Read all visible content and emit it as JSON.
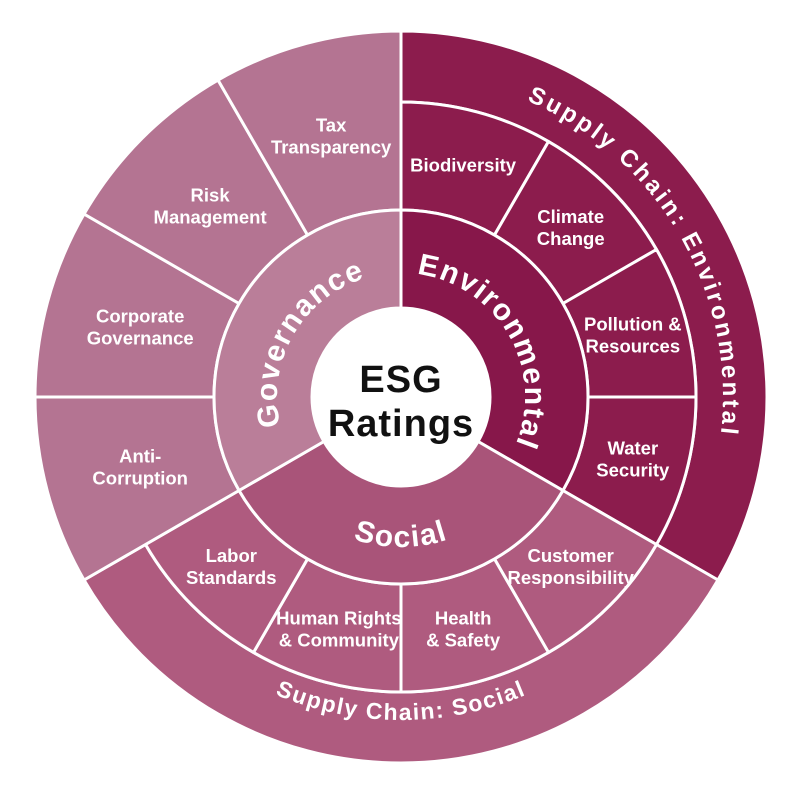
{
  "diagram": {
    "center": {
      "title_lines": [
        "ESG",
        "Ratings"
      ]
    },
    "background": "#ffffff",
    "divider_color": "#ffffff",
    "label_color": "#ffffff",
    "center_text_color": "#111111",
    "categories": [
      {
        "id": "environmental",
        "label": "Environmental",
        "start": 0,
        "end": 120,
        "inner_color": "#87174A",
        "segment_color": "#8C1C4D",
        "outer_ring": {
          "label": "Supply Chain: Environmental",
          "color": "#8C1C4D"
        },
        "children": [
          {
            "label": "Biodiversity",
            "lines": [
              "Biodiversity"
            ],
            "start": 0,
            "end": 30
          },
          {
            "label": "Climate Change",
            "lines": [
              "Climate",
              "Change"
            ],
            "start": 30,
            "end": 60
          },
          {
            "label": "Pollution & Resources",
            "lines": [
              "Pollution &",
              "Resources"
            ],
            "start": 60,
            "end": 90
          },
          {
            "label": "Water Security",
            "lines": [
              "Water",
              "Security"
            ],
            "start": 90,
            "end": 120
          }
        ]
      },
      {
        "id": "social",
        "label": "Social",
        "start": 120,
        "end": 240,
        "inner_color": "#A95479",
        "segment_color": "#AF5B7F",
        "outer_ring": {
          "label": "Supply Chain: Social",
          "color": "#AF5B7F"
        },
        "children": [
          {
            "label": "Customer Responsibility",
            "lines": [
              "Customer",
              "Responsibility"
            ],
            "start": 120,
            "end": 150
          },
          {
            "label": "Health & Safety",
            "lines": [
              "Health",
              "& Safety"
            ],
            "start": 150,
            "end": 180
          },
          {
            "label": "Human Rights & Community",
            "lines": [
              "Human Rights",
              "& Community"
            ],
            "start": 180,
            "end": 210
          },
          {
            "label": "Labor Standards",
            "lines": [
              "Labor",
              "Standards"
            ],
            "start": 210,
            "end": 240
          }
        ]
      },
      {
        "id": "governance",
        "label": "Governance",
        "start": 240,
        "end": 360,
        "inner_color": "#BA7E99",
        "segment_color": "#B47492",
        "outer_ring": null,
        "children": [
          {
            "label": "Anti-Corruption",
            "lines": [
              "Anti-",
              "Corruption"
            ],
            "start": 240,
            "end": 270
          },
          {
            "label": "Corporate Governance",
            "lines": [
              "Corporate",
              "Governance"
            ],
            "start": 270,
            "end": 300
          },
          {
            "label": "Risk Management",
            "lines": [
              "Risk",
              "Management"
            ],
            "start": 300,
            "end": 330
          },
          {
            "label": "Tax Transparency",
            "lines": [
              "Tax",
              "Transparency"
            ],
            "start": 330,
            "end": 360
          }
        ]
      }
    ]
  }
}
